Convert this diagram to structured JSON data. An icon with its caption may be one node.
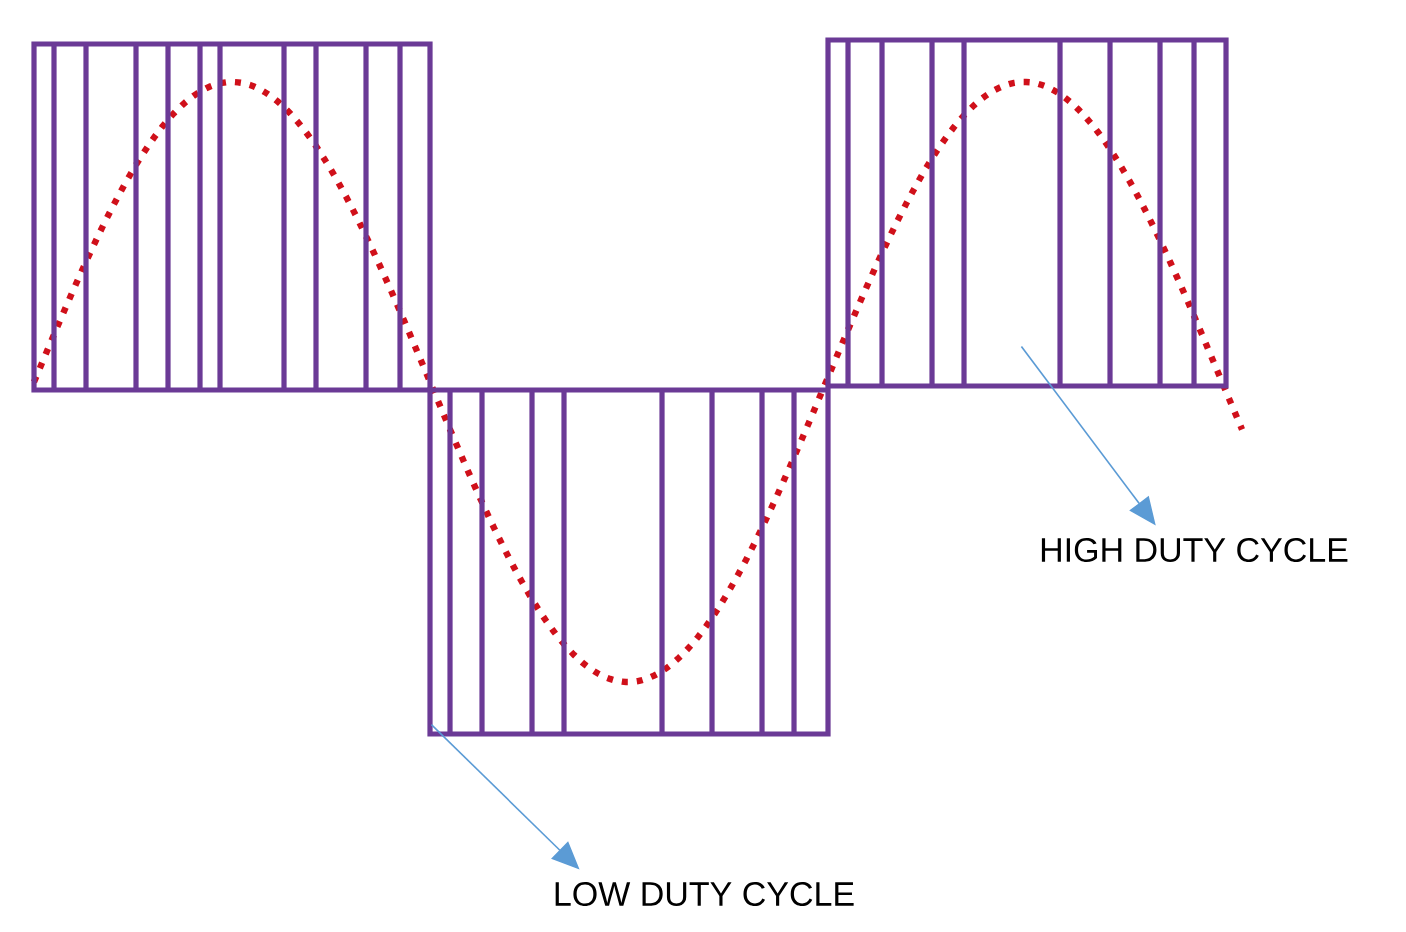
{
  "diagram": {
    "nodes": [
      {
        "text": [],
        "shape": "box"
      },
      {
        "text": [],
        "shape": "box"
      },
      {
        "text": [],
        "shape": "box"
      },
      {
        "text": [
          "HIGH DUTY CYCLE"
        ]
      },
      {
        "text": [
          "LOW DUTY CYCLE"
        ]
      }
    ],
    "edges": [
      {
        "from": 2,
        "to": 3,
        "arrow": "to"
      },
      {
        "from": 1,
        "to": 4,
        "arrow": "to"
      }
    ]
  }
}
